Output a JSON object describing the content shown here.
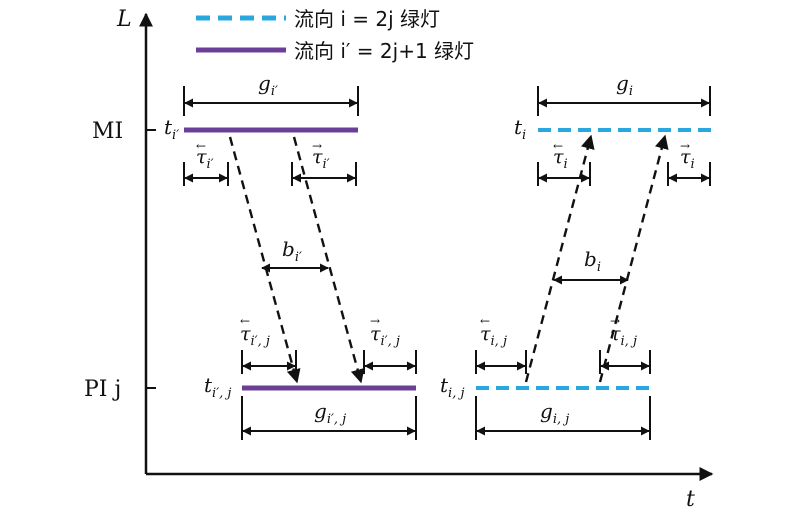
{
  "axes": {
    "y_label": "L",
    "x_label": "t"
  },
  "legend": [
    {
      "text": "流向 i = 2j 绿灯",
      "color": "#29a8df",
      "style": "dashed"
    },
    {
      "text": "流向 i′ = 2j+1 绿灯",
      "color": "#6b3f97",
      "style": "solid"
    }
  ],
  "levels": {
    "top": "MI",
    "bottom": "PI j"
  },
  "colors": {
    "purple": "#6b3f97",
    "blue": "#29a8df",
    "ink": "#111111"
  },
  "left_block": {
    "g_top": {
      "base": "g",
      "sub": "i′"
    },
    "t_top": {
      "base": "t",
      "sub": "i′"
    },
    "tau_top_left": {
      "base": "τ",
      "sub": "i′",
      "arrow": "←"
    },
    "tau_top_right": {
      "base": "τ",
      "sub": "i′",
      "arrow": "→"
    },
    "b": {
      "base": "b",
      "sub": "i′"
    },
    "tau_bot_left": {
      "base": "τ",
      "sub": "i′, j",
      "arrow": "←"
    },
    "tau_bot_right": {
      "base": "τ",
      "sub": "i′, j",
      "arrow": "→"
    },
    "t_bot": {
      "base": "t",
      "sub": "i′, j"
    },
    "g_bot": {
      "base": "g",
      "sub": "i′, j"
    }
  },
  "right_block": {
    "g_top": {
      "base": "g",
      "sub": "i"
    },
    "t_top": {
      "base": "t",
      "sub": "i"
    },
    "tau_top_left": {
      "base": "τ",
      "sub": "i",
      "arrow": "←"
    },
    "tau_top_right": {
      "base": "τ",
      "sub": "i",
      "arrow": "→"
    },
    "b": {
      "base": "b",
      "sub": "i"
    },
    "tau_bot_left": {
      "base": "τ",
      "sub": "i, j",
      "arrow": "←"
    },
    "tau_bot_right": {
      "base": "τ",
      "sub": "i, j",
      "arrow": "→"
    },
    "t_bot": {
      "base": "t",
      "sub": "i, j"
    },
    "g_bot": {
      "base": "g",
      "sub": "i, j"
    }
  }
}
